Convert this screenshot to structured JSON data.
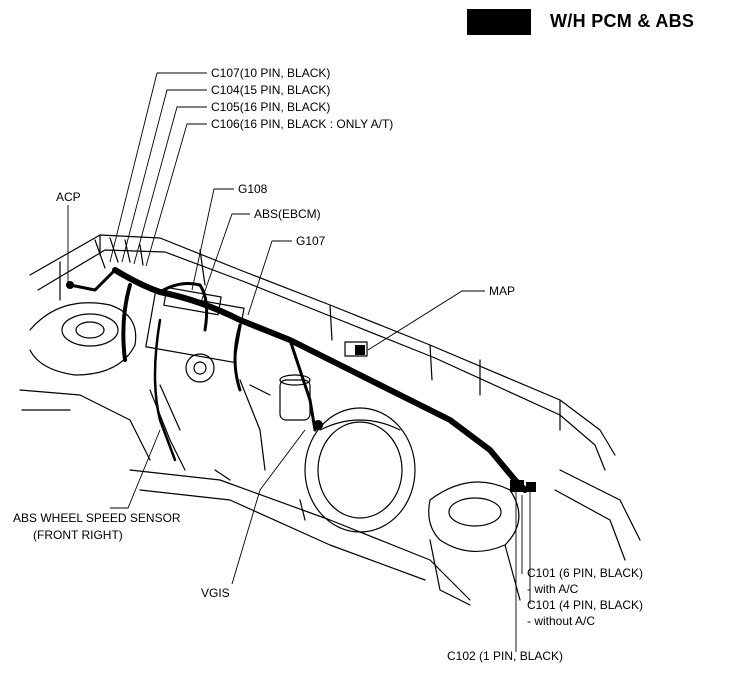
{
  "header": {
    "title": "W/H PCM & ABS"
  },
  "labels": {
    "c107": "C107(10 PIN, BLACK)",
    "c104": "C104(15 PIN, BLACK)",
    "c105": "C105(16 PIN, BLACK)",
    "c106": "C106(16 PIN, BLACK : ONLY A/T)",
    "acp": "ACP",
    "g108": "G108",
    "abs": "ABS(EBCM)",
    "g107": "G107",
    "map": "MAP",
    "abs_sensor_1": "ABS WHEEL SPEED SENSOR",
    "abs_sensor_2": "(FRONT RIGHT)",
    "vgis": "VGIS",
    "c101a_1": "C101 (6 PIN, BLACK)",
    "c101a_2": "- with A/C",
    "c101b_1": "C101 (4 PIN, BLACK)",
    "c101b_2": "- without A/C",
    "c102": "C102 (1 PIN, BLACK)"
  }
}
